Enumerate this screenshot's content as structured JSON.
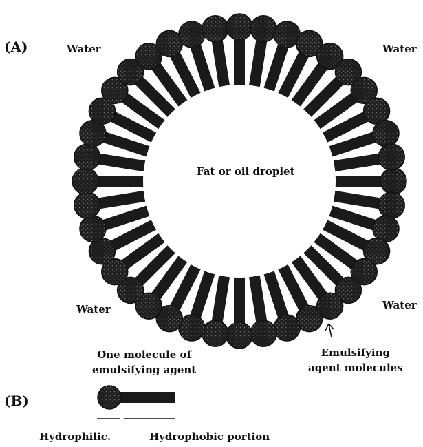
{
  "panel_a": {
    "label": "(A)",
    "water_top_left": "Water",
    "water_top_right": "Water",
    "water_bottom_left": "Water",
    "water_bottom_right": "Water",
    "droplet_label": "Fat or oil droplet",
    "callout_one_molecule": [
      "One molecule of",
      "emulsifying agent"
    ],
    "callout_agent_molecules": [
      "Emulsifying",
      "agent molecules"
    ],
    "molecule_count": 40
  },
  "panel_b": {
    "label": "(B)",
    "hydrophilic_label": "Hydrophilic.",
    "hydrophobic_label": "Hydrophobic portion"
  },
  "colors": {
    "molecule": "#1a1a1a",
    "head_texture": "#5a5a5a",
    "background": "#ffffff"
  }
}
